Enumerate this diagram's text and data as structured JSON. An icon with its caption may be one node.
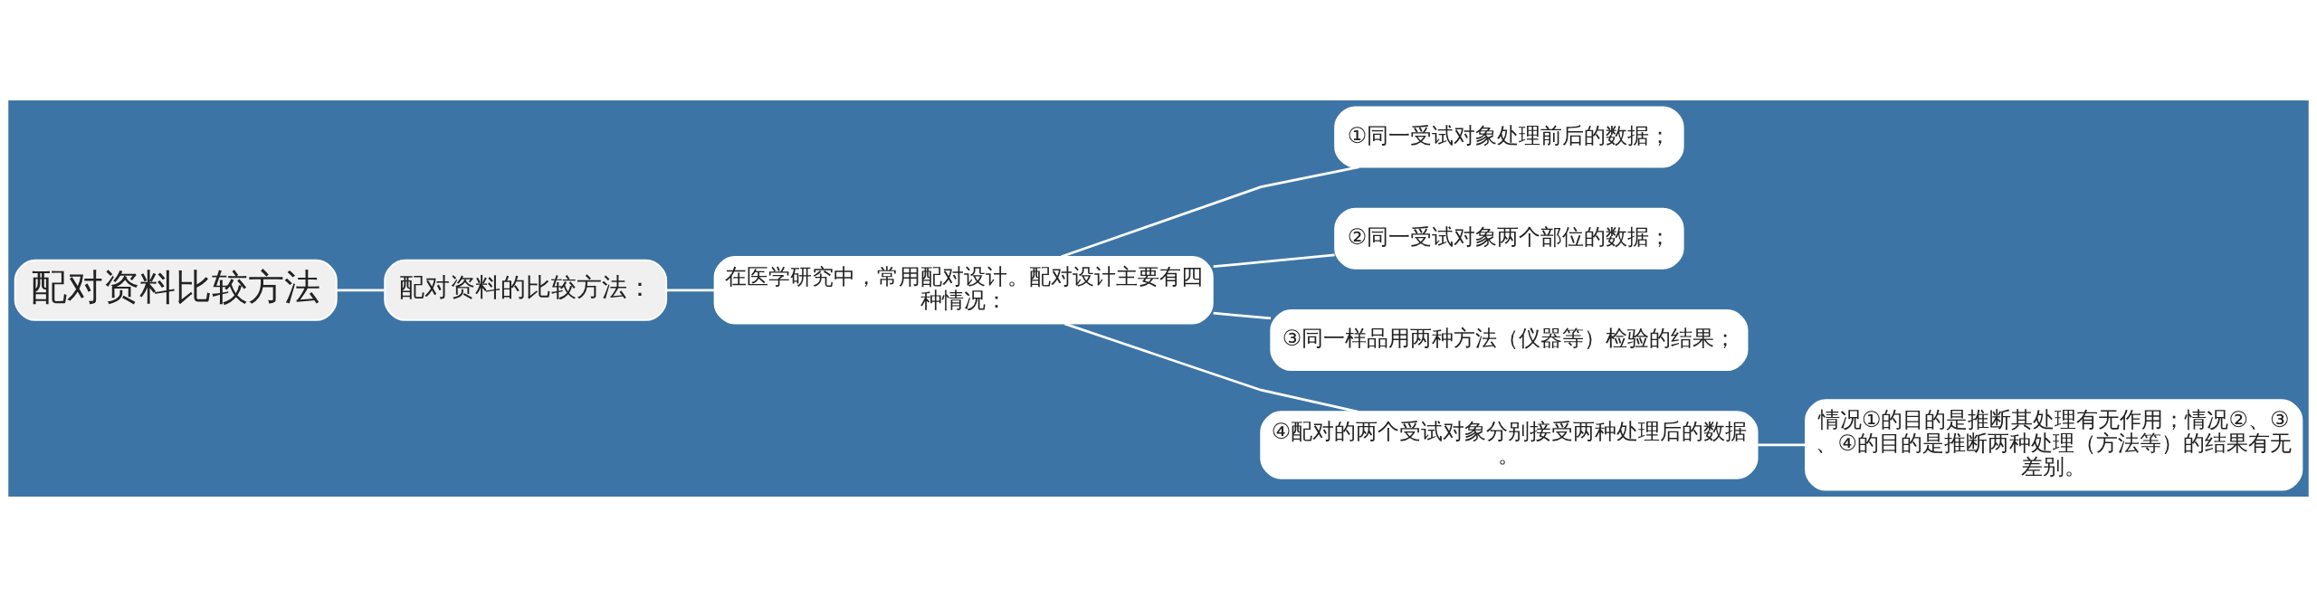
{
  "diagram": {
    "nodes": [
      {
        "text": [
          "配对资料比较方法"
        ]
      },
      {
        "text": [
          "配对资料的比较方法："
        ]
      },
      {
        "text": [
          "在医学研究中，常用配对设计。配对设计主要有四种情况："
        ]
      },
      {
        "text": [
          "①同一受试对象处理前后的数据；"
        ]
      },
      {
        "text": [
          "②同一受试对象两个部位的数据；"
        ]
      },
      {
        "text": [
          "③同一样品用两种方法（仪器等）检验的结果；"
        ]
      },
      {
        "text": [
          "④配对的两个受试对象分别接受两种处理后的数据。"
        ]
      },
      {
        "text": [
          "情况①的目的是推断其处理有无作用；情况②、③、④的目的是推断两种处理（方法等）的结果有无差别。"
        ]
      }
    ],
    "edges": [
      {
        "from": 0,
        "to": 1,
        "arrow": "none"
      },
      {
        "from": 1,
        "to": 2,
        "arrow": "none"
      },
      {
        "from": 2,
        "to": 3,
        "arrow": "none"
      },
      {
        "from": 2,
        "to": 4,
        "arrow": "none"
      },
      {
        "from": 2,
        "to": 5,
        "arrow": "none"
      },
      {
        "from": 2,
        "to": 6,
        "arrow": "none"
      },
      {
        "from": 6,
        "to": 7,
        "arrow": "none"
      }
    ]
  }
}
